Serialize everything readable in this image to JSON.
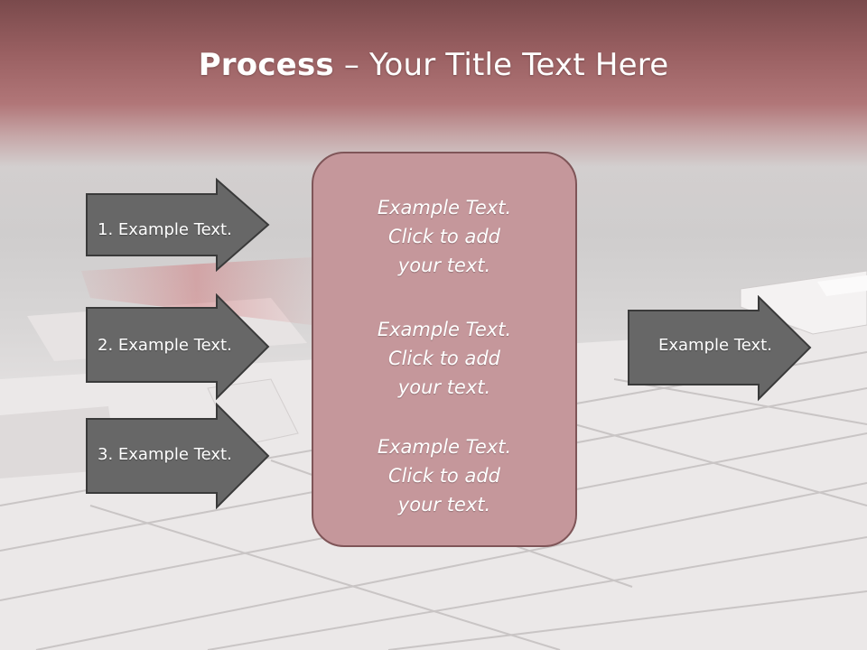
{
  "title": {
    "bold": "Process",
    "rest": " – Your Title Text Here"
  },
  "inputs": [
    {
      "label": "1. Example Text."
    },
    {
      "label": "2. Example Text."
    },
    {
      "label": "3. Example Text."
    }
  ],
  "center": {
    "paragraphs": [
      {
        "lines": [
          "Example Text.",
          "Click  to add",
          "your text."
        ]
      },
      {
        "lines": [
          "Example Text.",
          "Click  to add",
          "your text."
        ]
      },
      {
        "lines": [
          "Example Text.",
          "Click  to add",
          "your text."
        ]
      }
    ]
  },
  "output": {
    "label": "Example Text."
  },
  "colors": {
    "arrow_fill": "#676767",
    "arrow_border": "#3a3a3a",
    "box_fill": "#c5979b",
    "box_border": "#7f5558",
    "title_band": "#b17678"
  }
}
